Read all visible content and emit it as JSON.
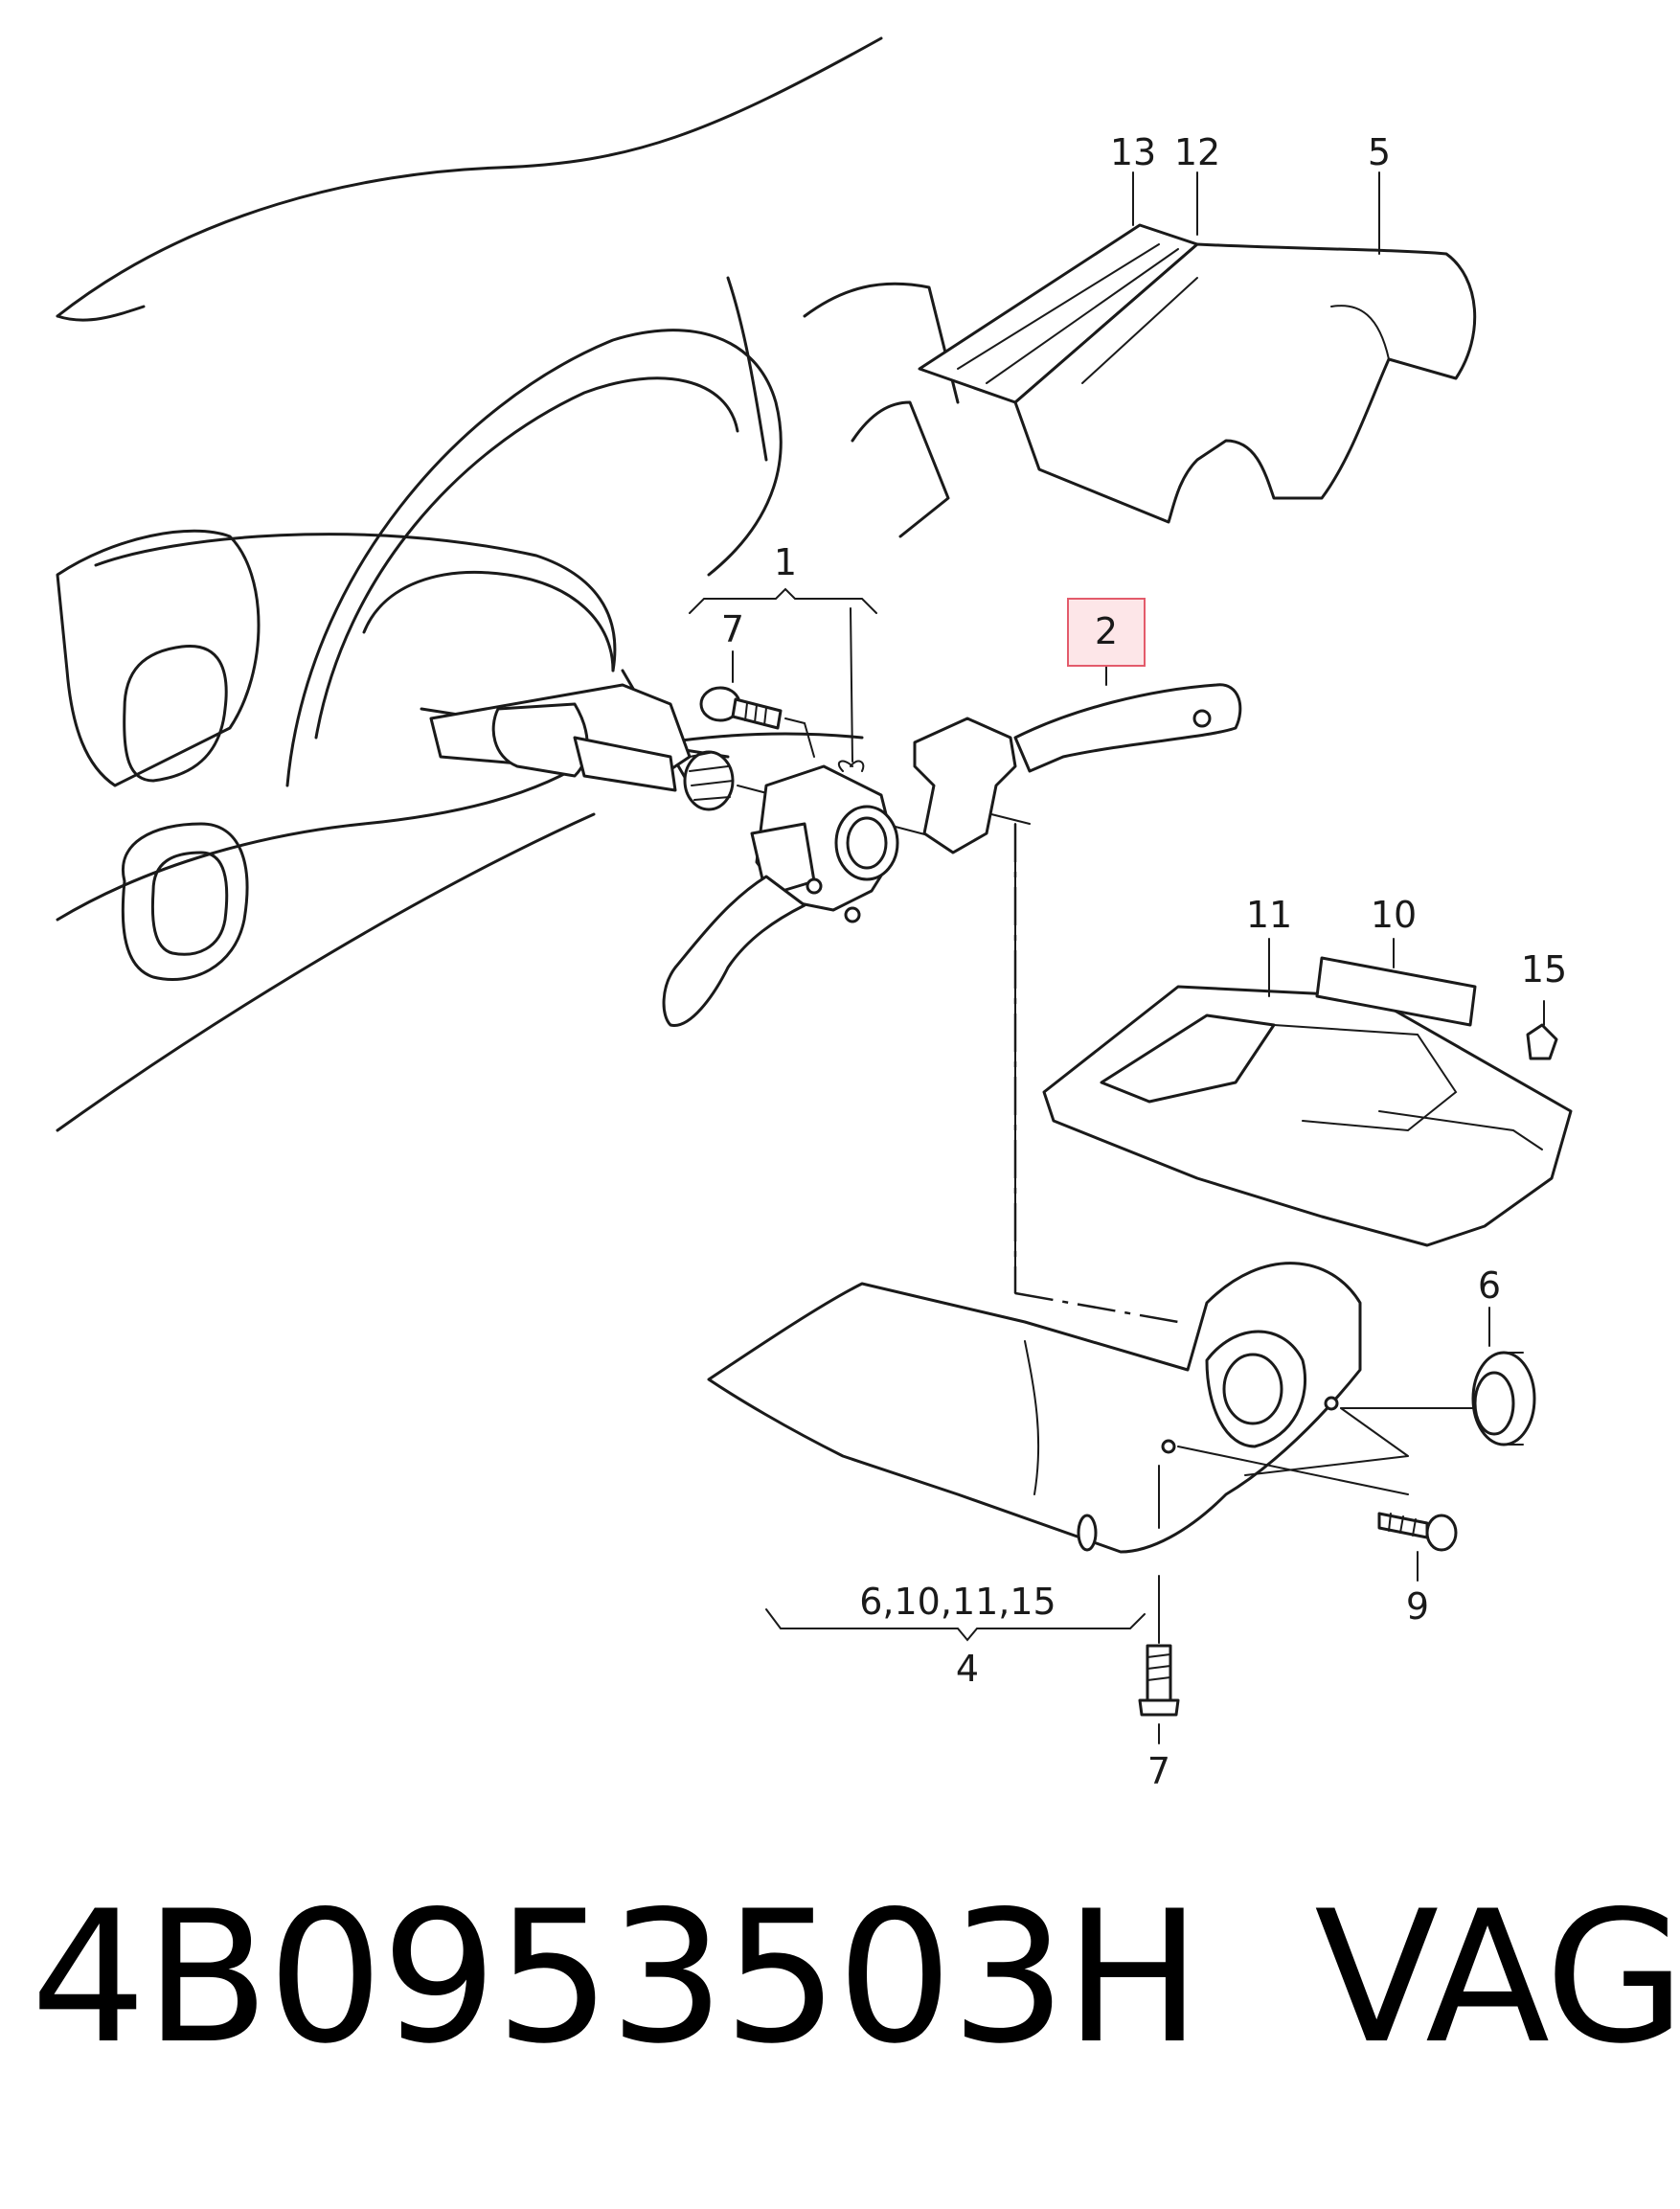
{
  "callouts": {
    "c13": "13",
    "c12": "12",
    "c5": "5",
    "c1": "1",
    "c7_top": "7",
    "c2": "2",
    "c11": "11",
    "c10": "10",
    "c15": "15",
    "c6": "6",
    "c9": "9",
    "c6_10_11_15": "6,10,11,15",
    "c4": "4",
    "c7_bottom": "7"
  },
  "highlighted_callout": "2",
  "highlight_color": "#e35b6b",
  "part_number": "4B0953503H",
  "brand": "VAG"
}
